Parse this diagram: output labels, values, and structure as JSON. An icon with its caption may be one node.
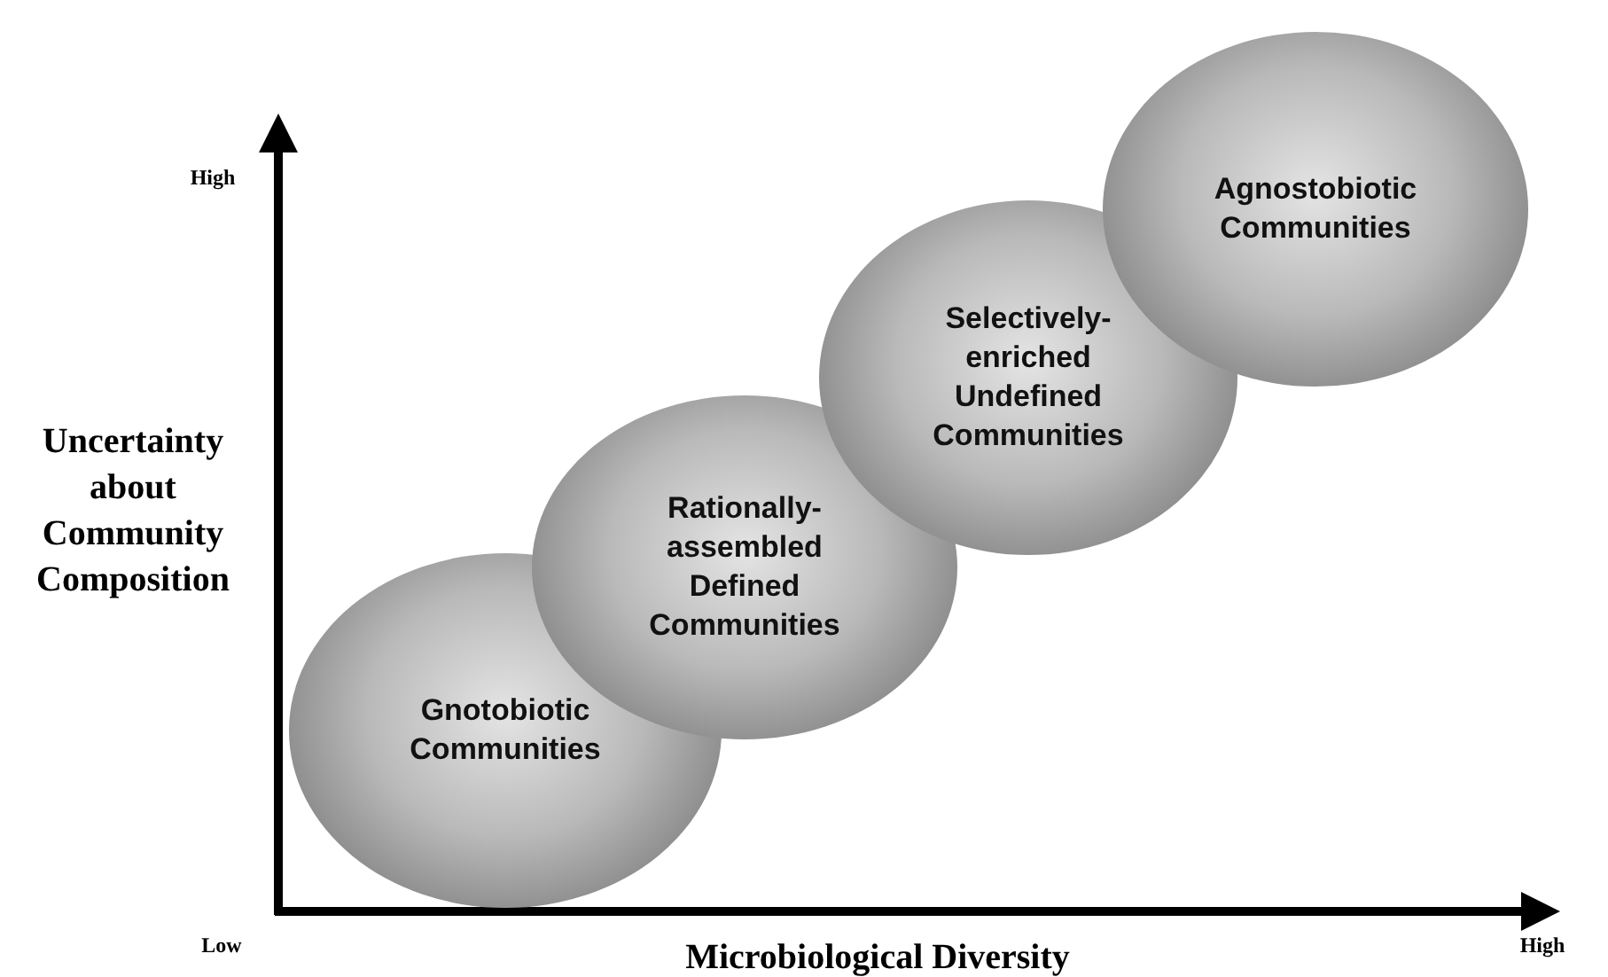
{
  "diagram": {
    "nodes": [
      {
        "text": [
          "Gnotobiotic Communities"
        ]
      },
      {
        "text": [
          "Rationally-assembled Defined Communities"
        ]
      },
      {
        "text": [
          "Selectively-enriched Undefined Communities"
        ]
      },
      {
        "text": [
          "Agnostobiotic Communities"
        ]
      }
    ],
    "edges": [],
    "labels": [
      "High",
      "Uncertainty about Community Composition",
      "Low",
      "Microbiological Diversity",
      "High"
    ]
  }
}
